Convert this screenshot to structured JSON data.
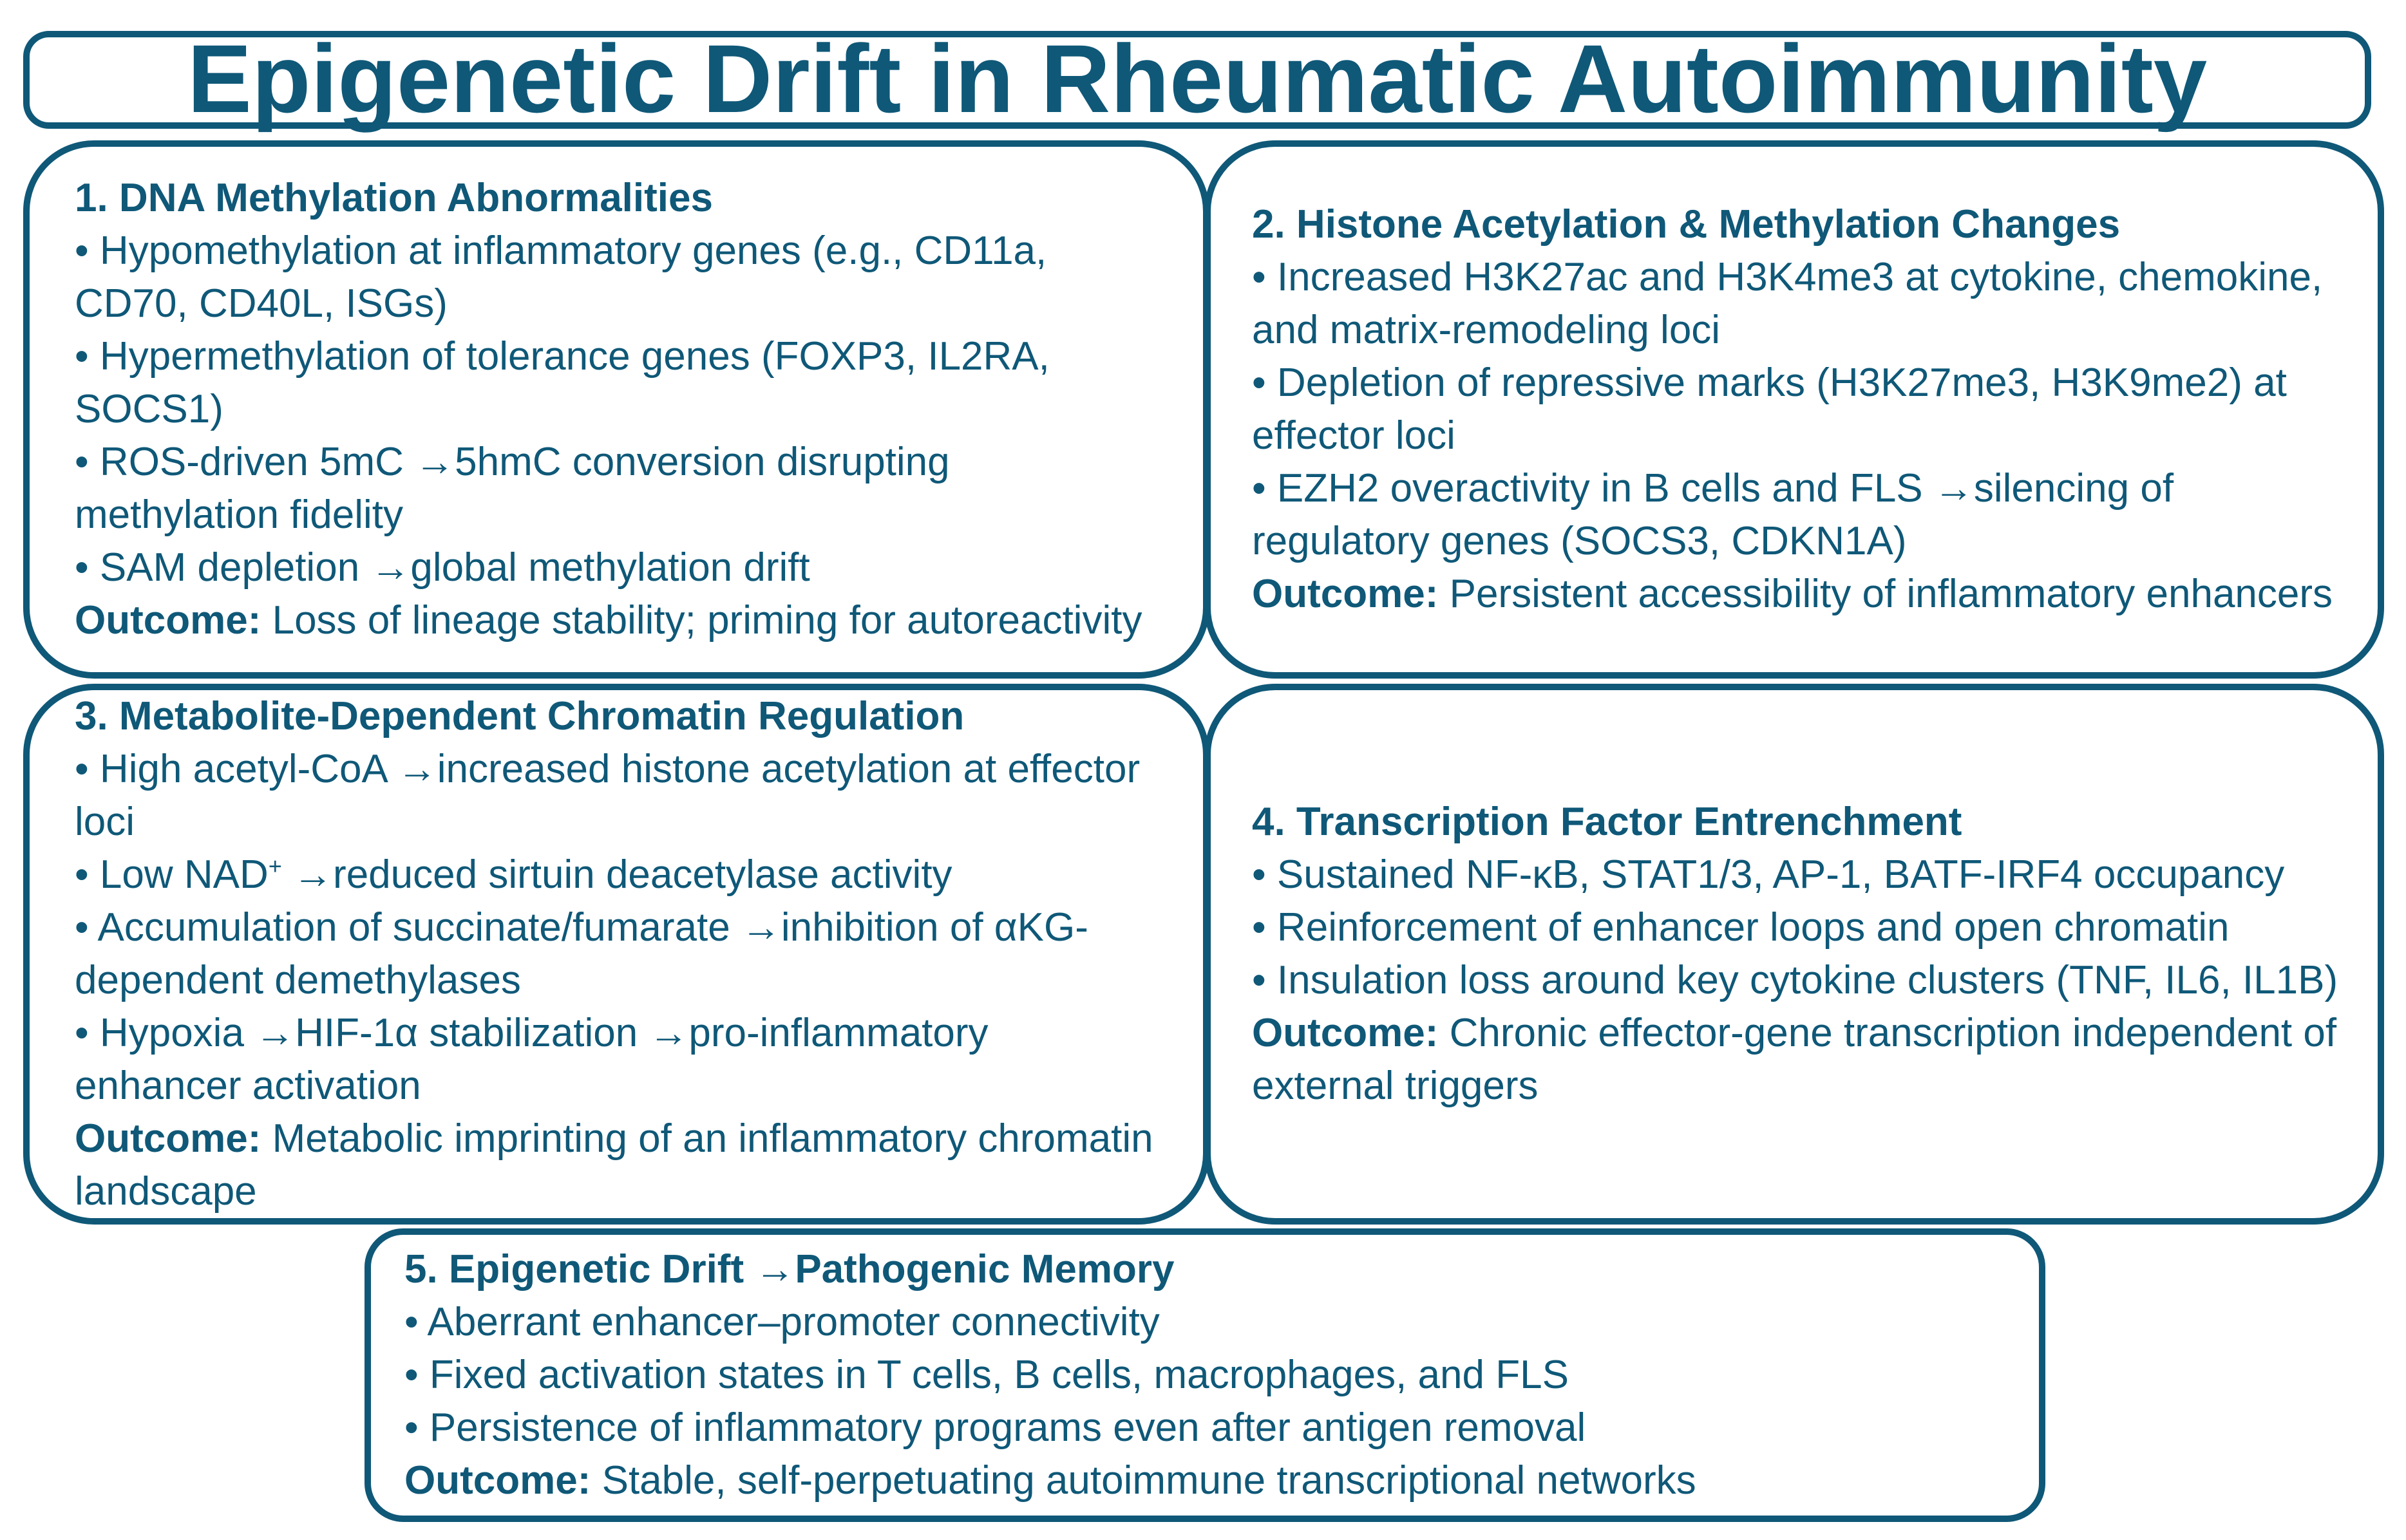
{
  "title": "Epigenetic Drift in Rheumatic Autoimmunity",
  "arrow": "→",
  "panels": [
    {
      "heading": "1. DNA Methylation Abnormalities",
      "bullets": [
        "• Hypomethylation at inflammatory genes (e.g., CD11a, CD70, CD40L, ISGs)",
        "• Hypermethylation of tolerance genes (FOXP3, IL2RA, SOCS1)",
        "• ROS-driven 5mC →5hmC conversion disrupting methylation fidelity",
        "• SAM depletion →global methylation drift"
      ],
      "outcome_label": "Outcome:",
      "outcome_text": " Loss of lineage stability; priming for autoreactivity"
    },
    {
      "heading": "2. Histone Acetylation & Methylation Changes",
      "bullets": [
        "• Increased H3K27ac and H3K4me3 at cytokine, chemokine, and matrix-remodeling loci",
        "• Depletion of repressive marks (H3K27me3, H3K9me2) at effector loci",
        "• EZH2 overactivity in B cells and FLS →silencing of regulatory genes (SOCS3, CDKN1A)"
      ],
      "outcome_label": "Outcome:",
      "outcome_text": " Persistent accessibility of inflammatory enhancers"
    },
    {
      "heading": "3. Metabolite-Dependent Chromatin Regulation",
      "bullets": [
        "• High acetyl-CoA →increased histone acetylation at effector loci",
        "• Low NAD",
        "• Accumulation of succinate/fumarate →inhibition of αKG-dependent demethylases",
        "• Hypoxia →HIF-1α stabilization →pro-inflammatory enhancer activation"
      ],
      "nad_sup": "+",
      "nad_rest": " →reduced sirtuin deacetylase activity",
      "outcome_label": "Outcome:",
      "outcome_text": " Metabolic imprinting of an inflammatory chromatin landscape"
    },
    {
      "heading": "4. Transcription Factor Entrenchment",
      "bullets": [
        "• Sustained NF-κB, STAT1/3, AP-1, BATF-IRF4 occupancy",
        "• Reinforcement of enhancer loops and open chromatin",
        "• Insulation loss around key cytokine clusters (TNF, IL6, IL1B)"
      ],
      "outcome_label": "Outcome:",
      "outcome_text": " Chronic effector-gene transcription independent of external triggers"
    },
    {
      "heading": "5. Epigenetic Drift →Pathogenic Memory",
      "bullets": [
        "• Aberrant enhancer–promoter connectivity",
        "• Fixed activation states in T cells, B cells, macrophages, and FLS",
        "• Persistence of inflammatory programs even after antigen removal"
      ],
      "outcome_label": "Outcome:",
      "outcome_text": " Stable, self-perpetuating autoimmune transcriptional networks"
    }
  ],
  "colors": {
    "primary": "#0f5878",
    "background": "#ffffff"
  }
}
